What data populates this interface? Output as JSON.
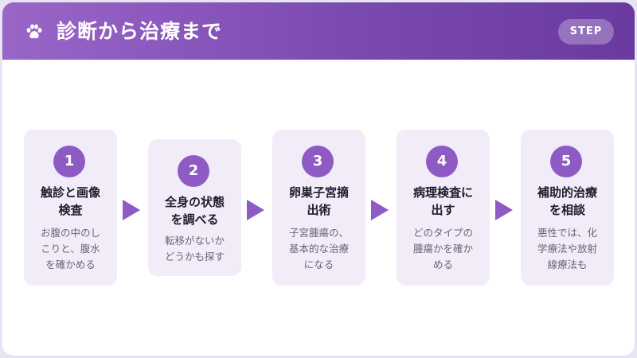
{
  "header": {
    "title": "診断から治療まで",
    "badge": "STEP"
  },
  "steps": [
    {
      "num": "1",
      "title": "触診と画像\n検査",
      "desc": "お腹の中のし\nこりと、腹水\nを確かめる"
    },
    {
      "num": "2",
      "title": "全身の状態\nを調べる",
      "desc": "転移がないか\nどうかも探す"
    },
    {
      "num": "3",
      "title": "卵巣子宮摘\n出術",
      "desc": "子宮腫瘍の、\n基本的な治療\nになる"
    },
    {
      "num": "4",
      "title": "病理検査に\n出す",
      "desc": "どのタイプの\n腫瘍かを確か\nめる"
    },
    {
      "num": "5",
      "title": "補助的治療\nを相談",
      "desc": "悪性では、化\n学療法や放射\n線療法も"
    }
  ],
  "colors": {
    "accent": "#8e5ac4",
    "header_start": "#9966c8",
    "header_end": "#6a3aa0",
    "step_bg": "#f1ecf8"
  },
  "icons": {
    "header": "paw-icon",
    "connector": "arrow-right-icon"
  }
}
